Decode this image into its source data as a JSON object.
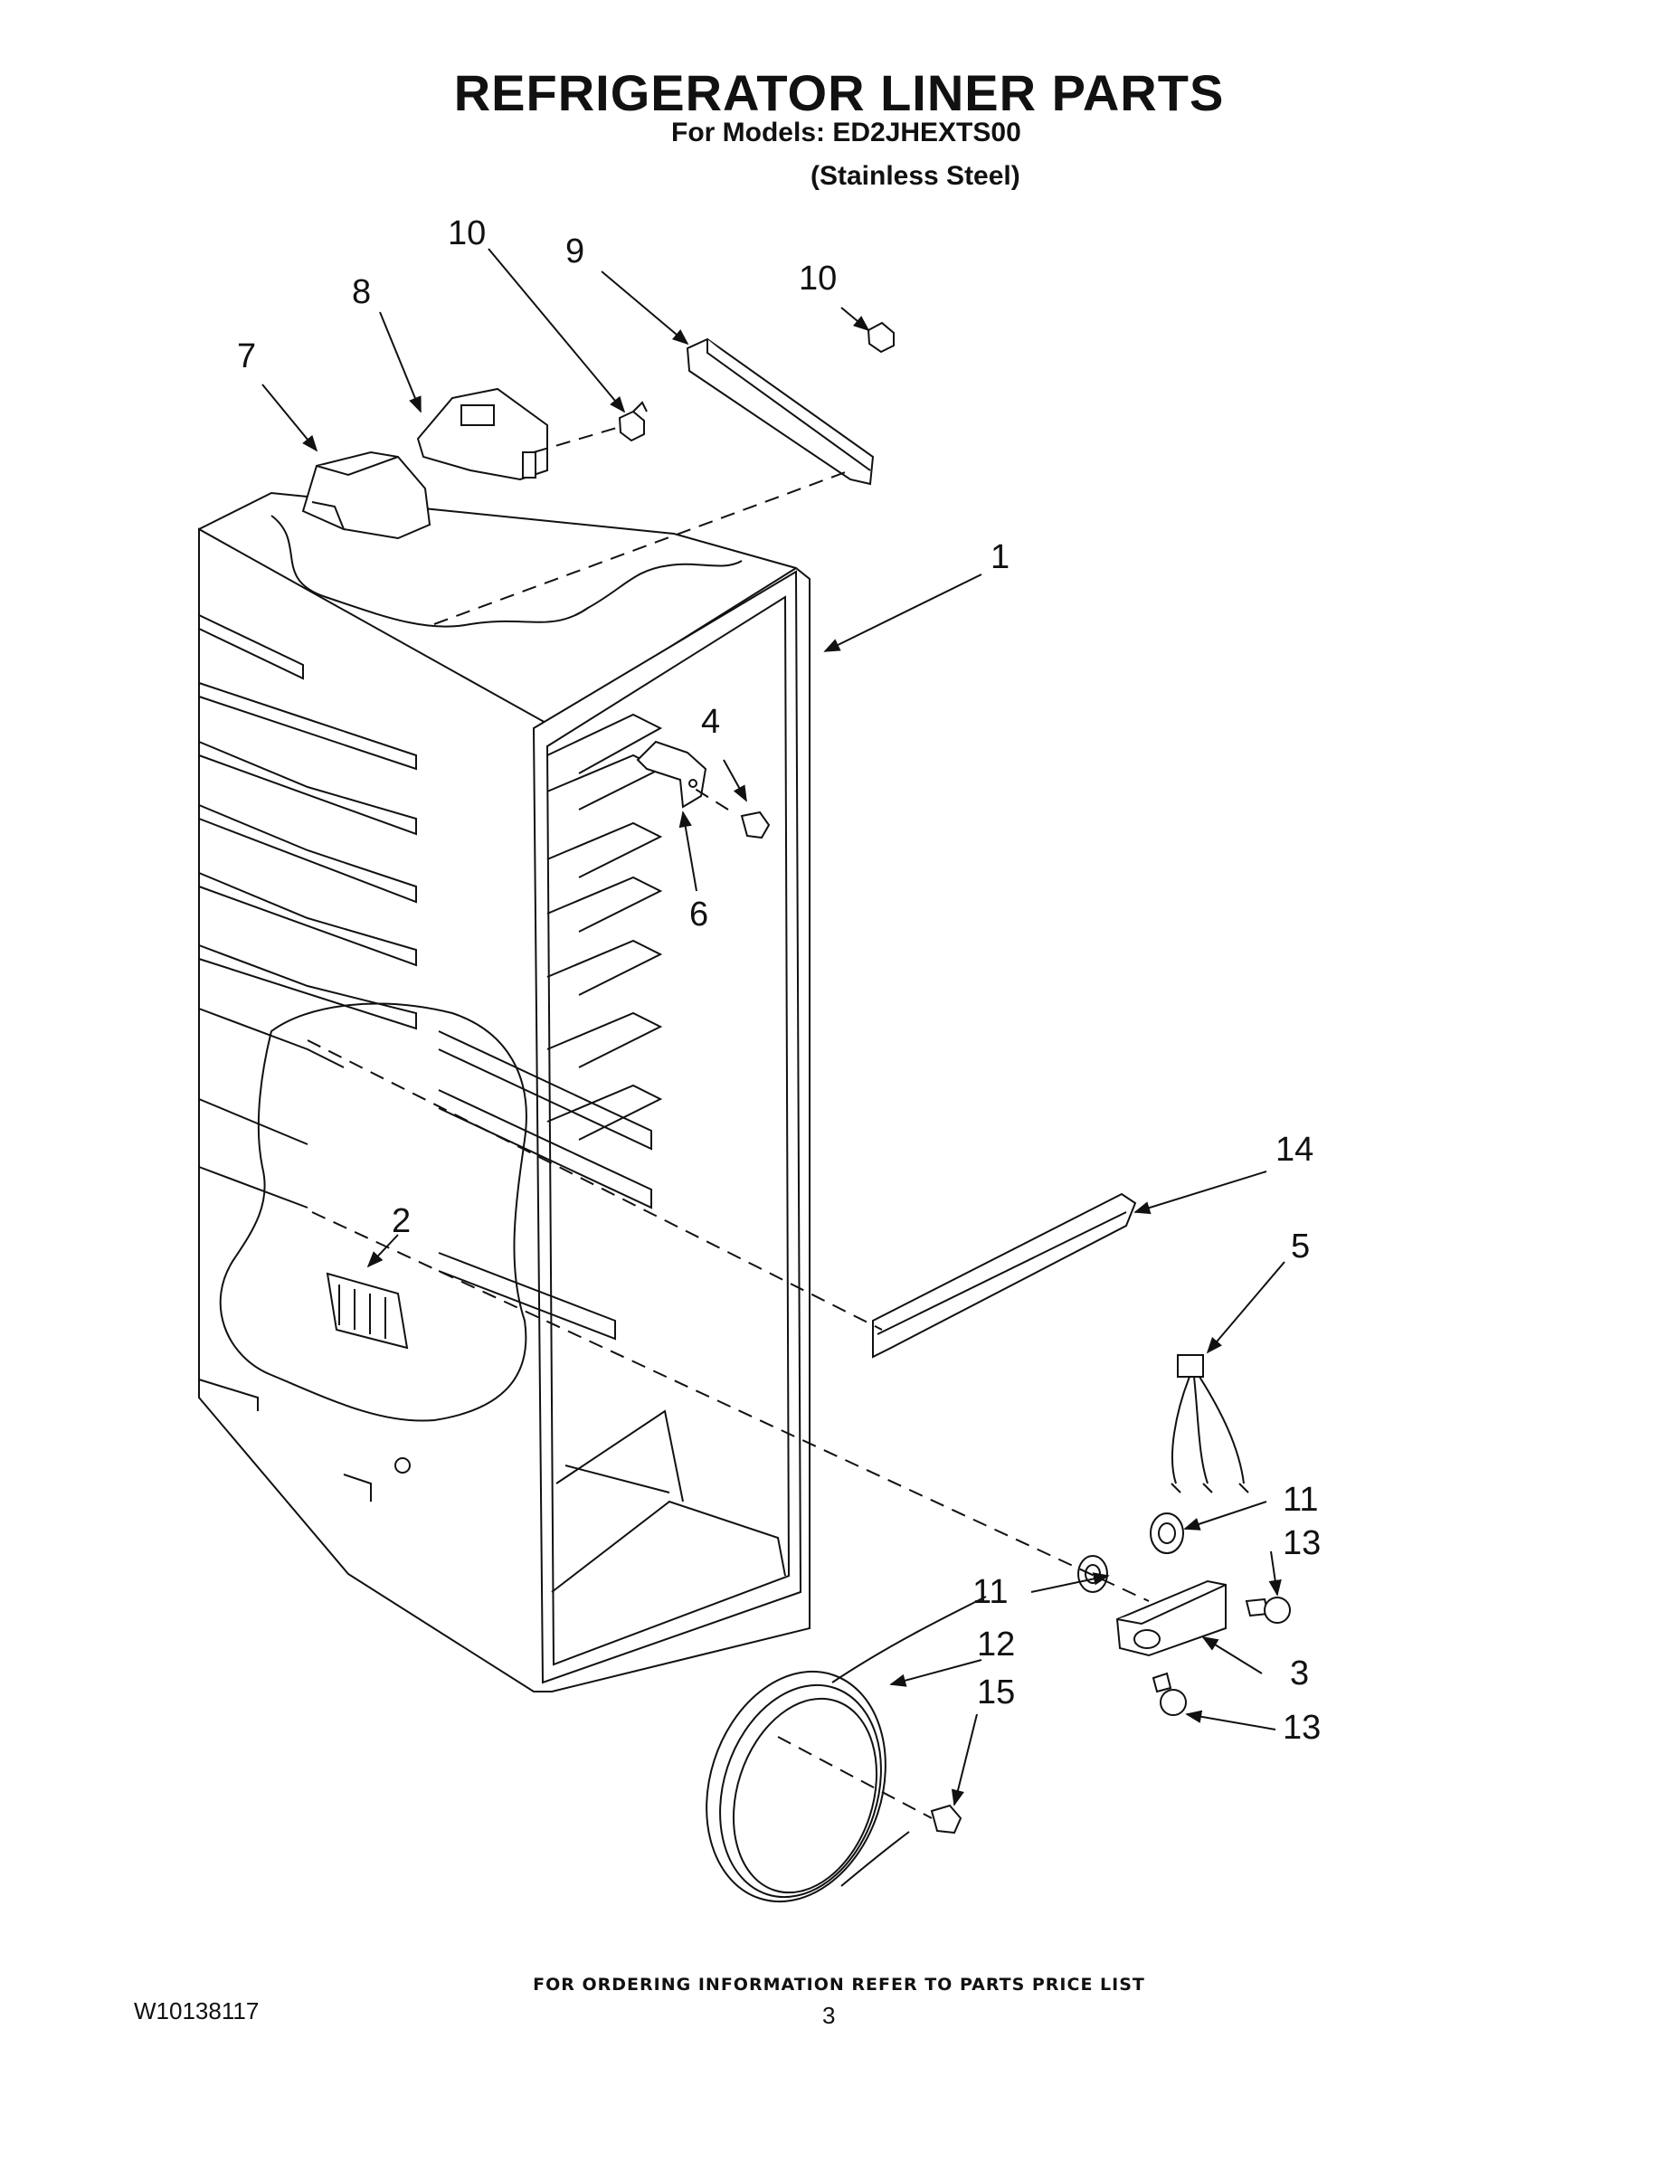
{
  "header": {
    "title": "REFRIGERATOR LINER PARTS",
    "models_line": "For Models: ED2JHEXTS00",
    "variant": "(Stainless Steel)"
  },
  "callouts": [
    "1",
    "2",
    "3",
    "4",
    "5",
    "6",
    "7",
    "8",
    "9",
    "10",
    "10",
    "11",
    "11",
    "12",
    "13",
    "13",
    "14",
    "15"
  ],
  "footer": {
    "ordering_note": "FOR ORDERING INFORMATION REFER TO PARTS PRICE LIST",
    "document_number": "W10138117",
    "page_number": "3"
  }
}
